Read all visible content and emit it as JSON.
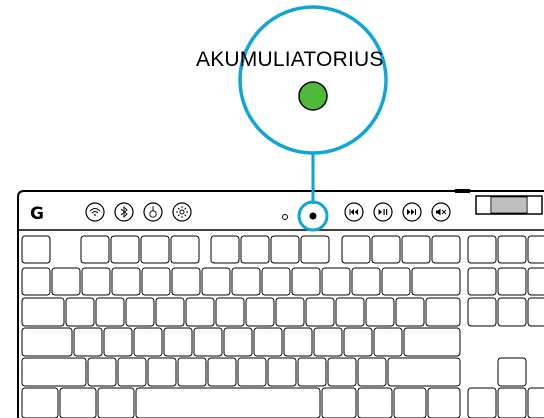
{
  "callout": {
    "label": "AKUMULIATORIUS",
    "indicator_color": "#4fba3a",
    "ring_color": "#0ea5d8"
  },
  "keyboard": {
    "logo": "G",
    "top_left_buttons": [
      "wifi-icon",
      "bluetooth-icon",
      "game-mode-icon",
      "brightness-icon"
    ],
    "media_buttons": [
      "previous-track-icon",
      "play-pause-icon",
      "next-track-icon",
      "mute-icon"
    ],
    "volume_roller": "volume-roller",
    "indicator_lights": [
      "small-indicator-light",
      "battery-indicator-light"
    ]
  }
}
